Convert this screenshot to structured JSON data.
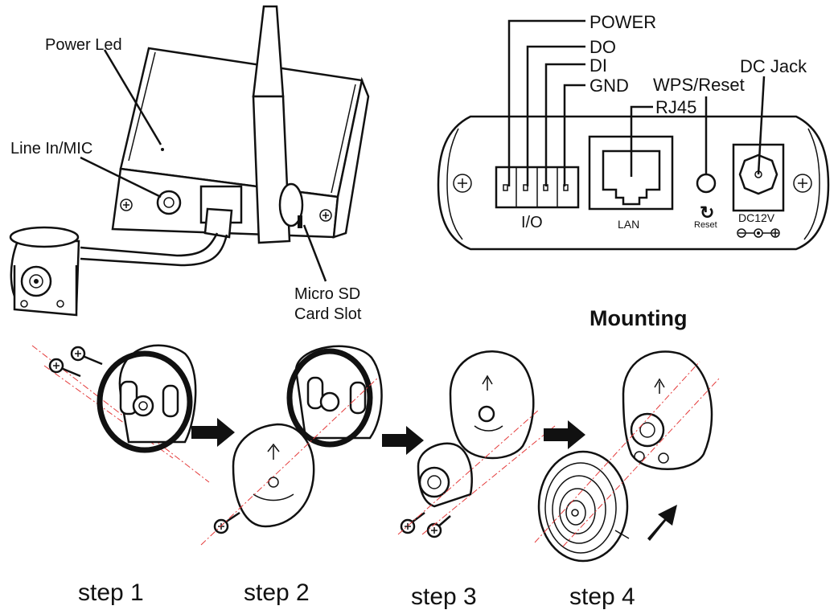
{
  "device_labels": {
    "power_led": "Power Led",
    "line_in": "Line In/MIC",
    "micro_sd_1": "Micro SD",
    "micro_sd_2": "Card Slot"
  },
  "panel_labels": {
    "power": "POWER",
    "do": "DO",
    "di": "DI",
    "gnd": "GND",
    "rj45": "RJ45",
    "wps_reset": "WPS/Reset",
    "dc_jack": "DC Jack",
    "io": "I/O",
    "lan": "LAN",
    "reset": "Reset",
    "dc12v": "DC12V"
  },
  "mounting": {
    "title": "Mounting",
    "steps": [
      "step 1",
      "step 2",
      "step 3",
      "step 4"
    ]
  }
}
